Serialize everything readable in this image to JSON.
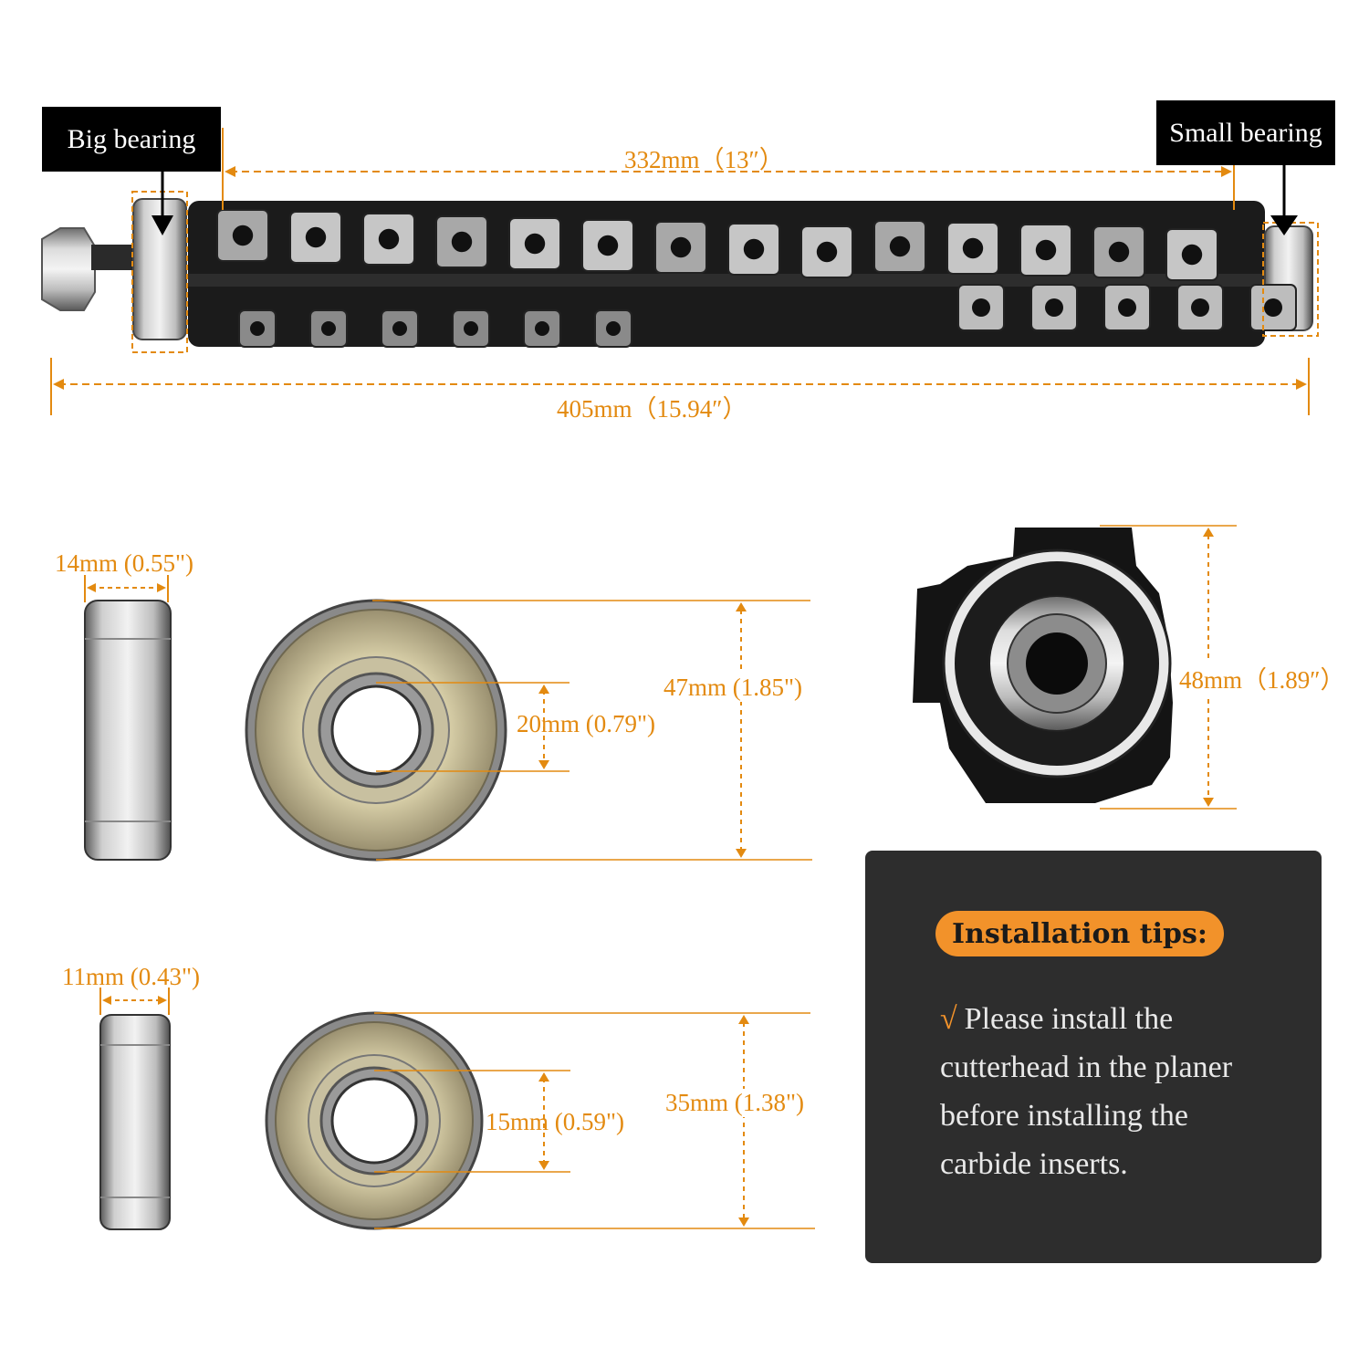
{
  "labels": {
    "big_bearing": "Big bearing",
    "small_bearing": "Small bearing"
  },
  "dimensions": {
    "cutter_length": "332mm（13″）",
    "total_length": "405mm（15.94″）",
    "big_bearing_width": "14mm (0.55\")",
    "big_bearing_outer": "47mm (1.85\")",
    "big_bearing_inner": "20mm (0.79\")",
    "cutterhead_diameter": "48mm（1.89″）",
    "small_bearing_width": "11mm (0.43\")",
    "small_bearing_outer": "35mm (1.38\")",
    "small_bearing_inner": "15mm (0.59\")"
  },
  "tips": {
    "title": "Installation tips:",
    "check": "√",
    "body": "Please install the cutterhead in the planer before installing the carbide inserts."
  },
  "colors": {
    "accent": "#f2922a",
    "dimension": "#e38a10",
    "card": "#2d2d2d"
  }
}
